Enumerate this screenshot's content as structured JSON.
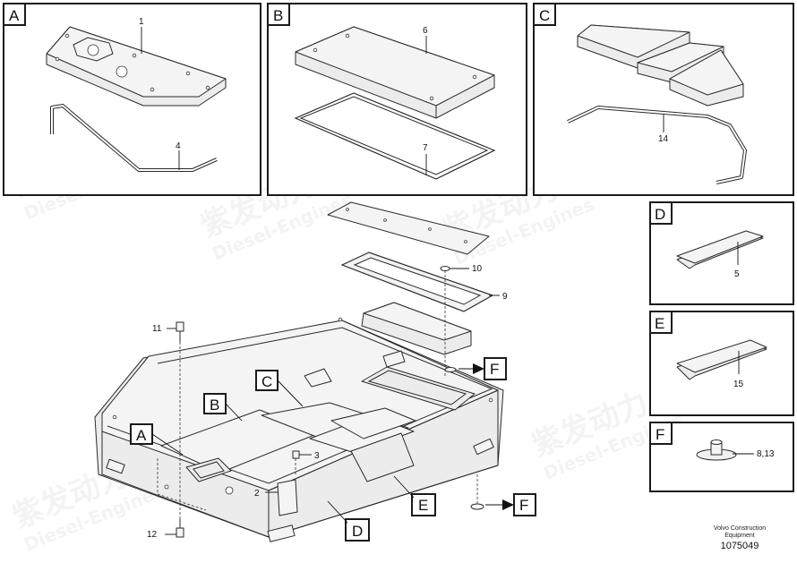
{
  "panels": {
    "a": {
      "letter": "A",
      "parts": [
        "1",
        "4"
      ]
    },
    "b": {
      "letter": "B",
      "parts": [
        "6",
        "7"
      ]
    },
    "c": {
      "letter": "C",
      "parts": [
        "14"
      ]
    },
    "d": {
      "letter": "D",
      "parts": [
        "5"
      ]
    },
    "e": {
      "letter": "E",
      "parts": [
        "15"
      ]
    },
    "f": {
      "letter": "F",
      "parts": [
        "8,13"
      ]
    }
  },
  "main": {
    "callouts": [
      "A",
      "B",
      "C",
      "D",
      "E",
      "F",
      "F"
    ],
    "parts": [
      "2",
      "3",
      "9",
      "10",
      "11",
      "12"
    ]
  },
  "footer": {
    "brand_line1": "Volvo Construction",
    "brand_line2": "Equipment",
    "drawing_id": "1075049"
  },
  "watermark": {
    "chinese": "紫发动力",
    "latin": "Diesel-Engines"
  }
}
